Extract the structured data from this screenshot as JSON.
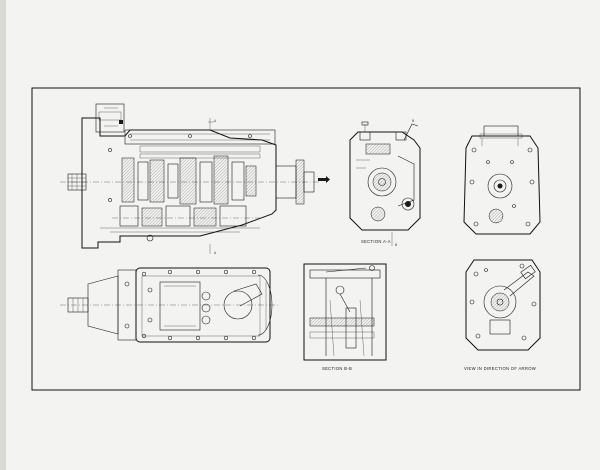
{
  "labels": {
    "section_aa": "SECTION A-A",
    "section_bb": "SECTION B-B",
    "view_arrow": "VIEW IN DIRECTION OF ARROW",
    "marker_a_top": "A",
    "marker_a_bottom": "A",
    "marker_b_top": "B",
    "marker_b_bottom": "B"
  }
}
